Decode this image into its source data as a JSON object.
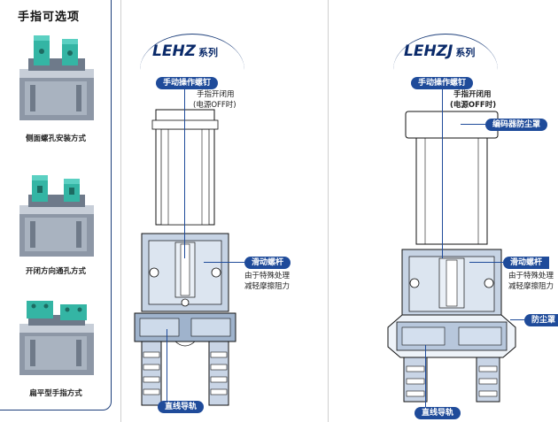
{
  "options": {
    "title": "手指可选项",
    "items": [
      {
        "caption": "侧面螺孔安装方式"
      },
      {
        "caption": "开闭方向通孔方式"
      },
      {
        "caption": "扁平型手指方式"
      }
    ]
  },
  "lehz": {
    "title": "LEHZ",
    "suffix": "系列",
    "manual_screw": "手动操作螺钉",
    "manual_note_1": "手指开闭用",
    "manual_note_2": "(电源OFF时)",
    "slide_screw": "滑动螺杆",
    "slide_note_1": "由于特殊处理",
    "slide_note_2": "减轻摩擦阻力",
    "linear_guide": "直线导轨"
  },
  "lehzj": {
    "title": "LEHZJ",
    "suffix": "系列",
    "manual_screw": "手动操作螺钉",
    "manual_note_1": "手指开闭用",
    "manual_note_2": "(电源OFF时)",
    "encoder_cover": "编码器防尘罩",
    "slide_screw": "滑动螺杆",
    "slide_note_1": "由于特殊处理",
    "slide_note_2": "减轻摩擦阻力",
    "dust_cover": "防尘罩",
    "linear_guide": "直线导轨"
  },
  "colors": {
    "accent": "#1f4b9a",
    "finger": "#2fb3a8",
    "body": "#b8c6d8"
  }
}
